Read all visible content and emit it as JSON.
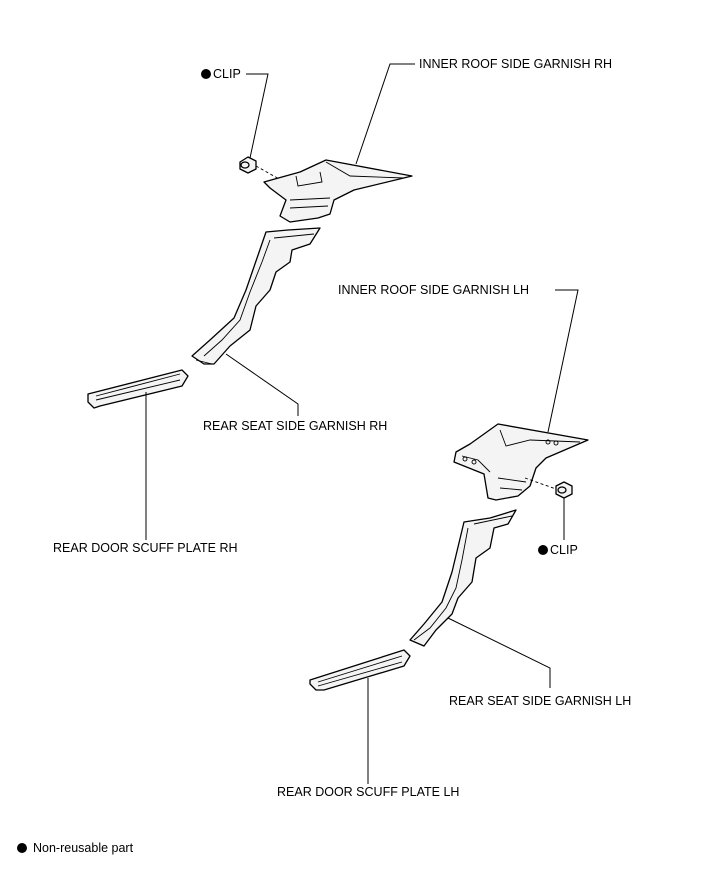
{
  "labels": {
    "inner_roof_rh": "INNER ROOF SIDE GARNISH RH",
    "clip_rh": "CLIP",
    "inner_roof_lh": "INNER ROOF SIDE GARNISH LH",
    "rear_seat_rh": "REAR SEAT SIDE GARNISH RH",
    "scuff_rh": "REAR DOOR SCUFF PLATE RH",
    "clip_lh": "CLIP",
    "rear_seat_lh": "REAR SEAT SIDE GARNISH LH",
    "scuff_lh": "REAR DOOR SCUFF PLATE LH"
  },
  "legend": {
    "text": "Non-reusable part",
    "icon": "filled-circle-icon"
  },
  "colors": {
    "ink": "#000000",
    "part_fill": "#f4f4f4",
    "background": "#ffffff"
  }
}
